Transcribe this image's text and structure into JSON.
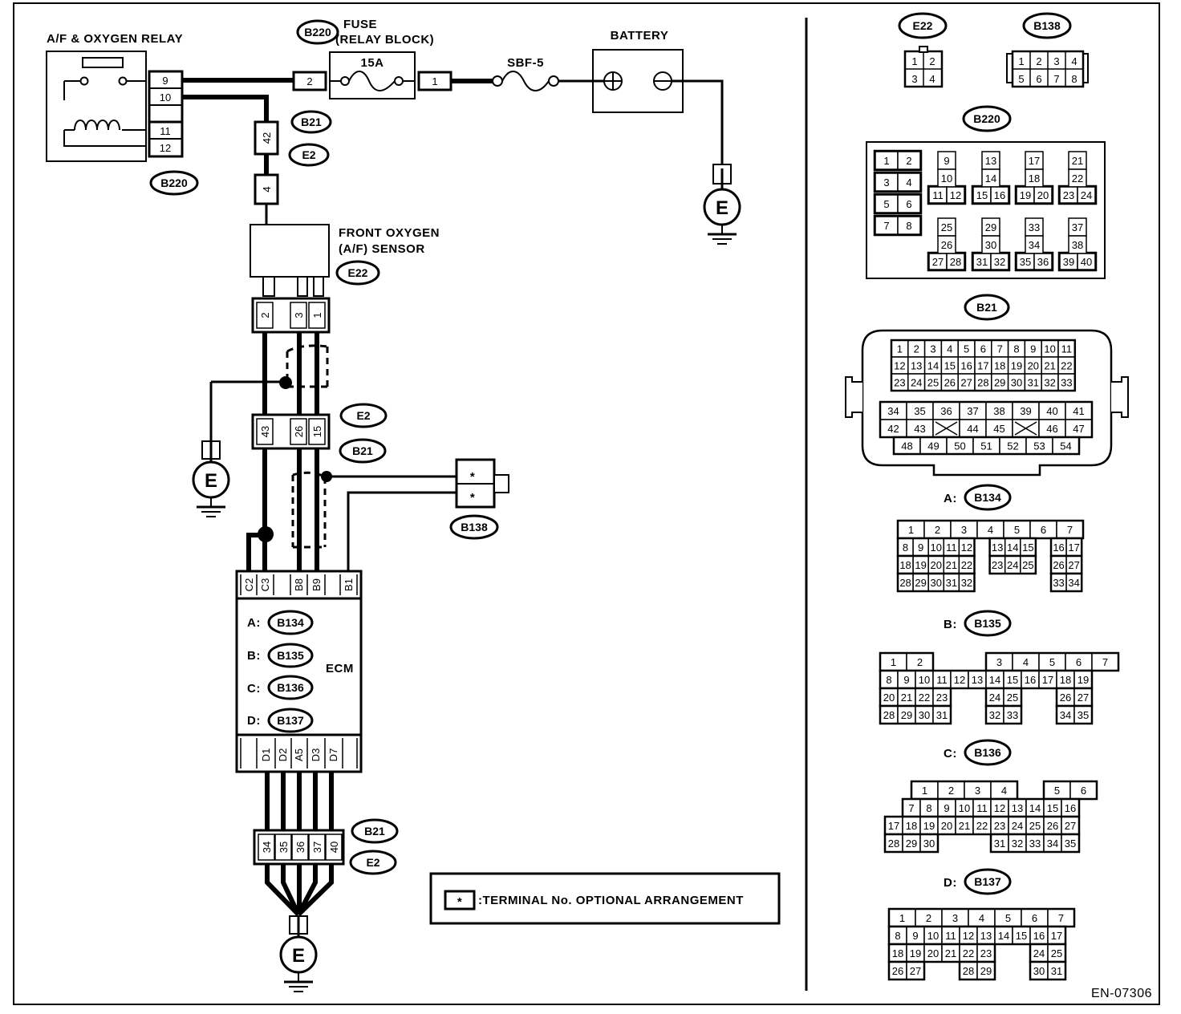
{
  "components": {
    "relay": "A/F & OXYGEN RELAY",
    "fuse": "FUSE",
    "fuse_block": "(RELAY BLOCK)",
    "fuse_rating": "15A",
    "battery": "BATTERY",
    "sbf": "SBF-5",
    "sensor_line1": "FRONT OXYGEN",
    "sensor_line2": "(A/F) SENSOR",
    "ecm": "ECM",
    "ground_symbol": "E"
  },
  "legend": {
    "symbol": "*",
    "text": ":TERMINAL No. OPTIONAL ARRANGEMENT"
  },
  "doc_id": "EN-07306",
  "diagram": {
    "relay_pins": [
      "9",
      "10",
      "11",
      "12"
    ],
    "fuse_pins": [
      "2",
      "1"
    ],
    "b21_e2_upper": [
      "42",
      "4"
    ],
    "sensor_pins": [
      "2",
      "3",
      "1"
    ],
    "e2_mid_pins": [
      "43",
      "26",
      "15"
    ],
    "b138_pins": [
      "*",
      "*"
    ],
    "ecm_top_pins": [
      "C2",
      "C3",
      "B8",
      "B9",
      "B1"
    ],
    "ecm_bottom_pins": [
      "D1",
      "D2",
      "A5",
      "D3",
      "D7"
    ],
    "ecm_connectors": [
      {
        "prefix": "A:",
        "id": "B134"
      },
      {
        "prefix": "B:",
        "id": "B135"
      },
      {
        "prefix": "C:",
        "id": "B136"
      },
      {
        "prefix": "D:",
        "id": "B137"
      }
    ],
    "lower_pins": [
      "34",
      "35",
      "36",
      "37",
      "40"
    ],
    "tags": {
      "B220": "B220",
      "B21": "B21",
      "E2": "E2",
      "E22": "E22",
      "B138": "B138"
    }
  },
  "connectors": {
    "e22": {
      "tag": "E22",
      "rows": [
        [
          "1",
          "2"
        ],
        [
          "3",
          "4"
        ]
      ]
    },
    "b138": {
      "tag": "B138",
      "rows": [
        [
          "1",
          "2",
          "3",
          "4"
        ],
        [
          "5",
          "6",
          "7",
          "8"
        ]
      ]
    },
    "b220": {
      "tag": "B220",
      "left_pairs": [
        [
          "1",
          "2"
        ],
        [
          "3",
          "4"
        ],
        [
          "5",
          "6"
        ],
        [
          "7",
          "8"
        ]
      ],
      "groups": [
        [
          "9",
          "10",
          "11",
          "12"
        ],
        [
          "13",
          "14",
          "15",
          "16"
        ],
        [
          "17",
          "18",
          "19",
          "20"
        ],
        [
          "21",
          "22",
          "23",
          "24"
        ],
        [
          "25",
          "26",
          "27",
          "28"
        ],
        [
          "29",
          "30",
          "31",
          "32"
        ],
        [
          "33",
          "34",
          "35",
          "36"
        ],
        [
          "37",
          "38",
          "39",
          "40"
        ]
      ]
    },
    "b21": {
      "tag": "B21",
      "rows": [
        [
          "1",
          "2",
          "3",
          "4",
          "5",
          "6",
          "7",
          "8",
          "9",
          "10",
          "11"
        ],
        [
          "12",
          "13",
          "14",
          "15",
          "16",
          "17",
          "18",
          "19",
          "20",
          "21",
          "22"
        ],
        [
          "23",
          "24",
          "25",
          "26",
          "27",
          "28",
          "29",
          "30",
          "31",
          "32",
          "33"
        ],
        [
          "34",
          "35",
          "36",
          "37",
          "38",
          "39",
          "40",
          "41"
        ],
        [
          "42",
          "43",
          "X",
          "44",
          "45",
          "X",
          "46",
          "47"
        ],
        [
          "48",
          "49",
          "50",
          "51",
          "52",
          "53",
          "54"
        ]
      ]
    },
    "b134": {
      "prefix": "A:",
      "tag": "B134",
      "rows": [
        [
          "1",
          "2",
          "3",
          "4",
          "5",
          "6",
          "7"
        ],
        [
          "8",
          "9",
          "10",
          "11",
          "12",
          "",
          "13",
          "14",
          "15",
          "",
          "16",
          "17"
        ],
        [
          "18",
          "19",
          "20",
          "21",
          "22",
          "",
          "23",
          "24",
          "25",
          "",
          "26",
          "27"
        ],
        [
          "28",
          "29",
          "30",
          "31",
          "32",
          "",
          "",
          "",
          "",
          "",
          "33",
          "34"
        ]
      ]
    },
    "b135": {
      "prefix": "B:",
      "tag": "B135",
      "rows": [
        [
          "1",
          "2",
          "",
          "",
          "3",
          "4",
          "5",
          "6",
          "7"
        ],
        [
          "8",
          "9",
          "10",
          "11",
          "12",
          "13",
          "14",
          "15",
          "16",
          "17",
          "18",
          "19"
        ],
        [
          "20",
          "21",
          "22",
          "23",
          "",
          "",
          "24",
          "25",
          "",
          "",
          "26",
          "27"
        ],
        [
          "28",
          "29",
          "30",
          "31",
          "",
          "",
          "32",
          "33",
          "",
          "",
          "34",
          "35"
        ]
      ]
    },
    "b136": {
      "prefix": "C:",
      "tag": "B136",
      "rows": [
        [
          "",
          "1",
          "2",
          "3",
          "4",
          "",
          "5",
          "6"
        ],
        [
          "",
          "7",
          "8",
          "9",
          "10",
          "11",
          "12",
          "13",
          "14",
          "15",
          "16"
        ],
        [
          "17",
          "18",
          "19",
          "20",
          "21",
          "22",
          "23",
          "24",
          "25",
          "26",
          "27"
        ],
        [
          "28",
          "29",
          "30",
          "",
          "",
          "",
          "31",
          "32",
          "33",
          "34",
          "35"
        ]
      ]
    },
    "b137": {
      "prefix": "D:",
      "tag": "B137",
      "rows": [
        [
          "1",
          "2",
          "3",
          "4",
          "5",
          "6",
          "7"
        ],
        [
          "8",
          "9",
          "10",
          "11",
          "12",
          "13",
          "14",
          "15",
          "16",
          "17"
        ],
        [
          "18",
          "19",
          "20",
          "21",
          "22",
          "23",
          "",
          "",
          "24",
          "25"
        ],
        [
          "26",
          "27",
          "",
          "",
          "28",
          "29",
          "",
          "",
          "30",
          "31"
        ]
      ]
    }
  }
}
